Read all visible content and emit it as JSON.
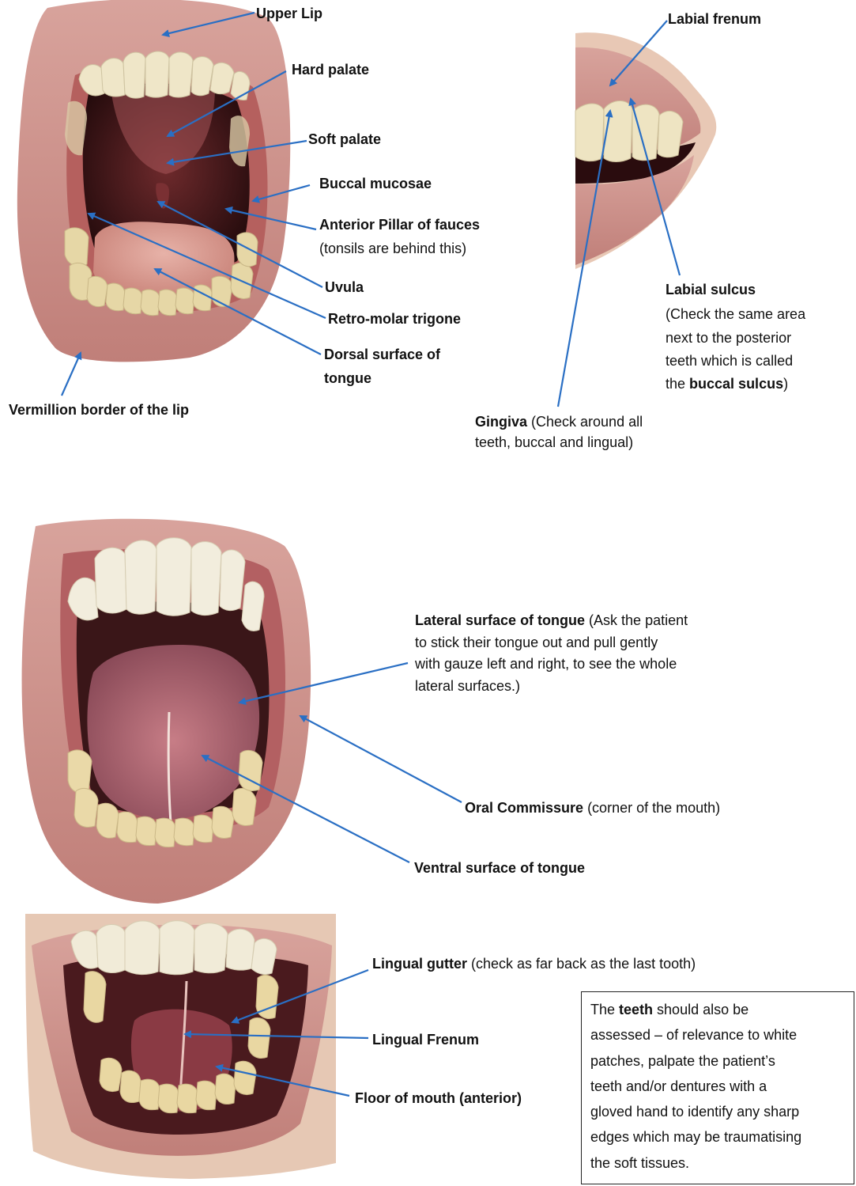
{
  "photos": {
    "top_left": "open mouth with raised tongue showing palate",
    "top_right": "lip pulled to show labial frenum",
    "middle": "open mouth with tongue elevated showing ventral surface",
    "bottom": "open mouth showing floor of mouth"
  },
  "labels": {
    "upper_lip": "Upper Lip",
    "hard_palate": "Hard palate",
    "soft_palate": "Soft palate",
    "buccal_mucosae": "Buccal mucosae",
    "anterior_pillar": "Anterior Pillar of fauces",
    "anterior_pillar_note": "(tonsils are behind this)",
    "uvula": "Uvula",
    "retro_molar": "Retro-molar trigone",
    "dorsal_1": "Dorsal surface of",
    "dorsal_2": "tongue",
    "vermillion": "Vermillion border of the lip",
    "labial_frenum": "Labial frenum",
    "labial_sulcus": "Labial sulcus",
    "labial_sulcus_note_1": "(Check the same area",
    "labial_sulcus_note_2": "next to the posterior",
    "labial_sulcus_note_3": "teeth which is called",
    "labial_sulcus_note_4a": "the ",
    "labial_sulcus_note_4b": "buccal sulcus",
    "labial_sulcus_note_4c": ")",
    "gingiva": "Gingiva",
    "gingiva_note_1": " (Check  around  all",
    "gingiva_note_2": "teeth, buccal and lingual)",
    "lateral_title": "Lateral surface of tongue",
    "lateral_note_1": " (Ask the patient",
    "lateral_note_2": "to stick their tongue out and pull gently",
    "lateral_note_3": "with gauze left and right, to see the whole",
    "lateral_note_4": "lateral surfaces.)",
    "oral_commissure": "Oral Commissure",
    "oral_commissure_note": " (corner of the mouth)",
    "ventral": "Ventral surface of tongue",
    "lingual_gutter": "Lingual gutter",
    "lingual_gutter_note": " (check as far back as the last tooth)",
    "lingual_frenum": "Lingual Frenum",
    "floor_of_mouth": "Floor of mouth (anterior)"
  },
  "note_box": {
    "l1a": "The ",
    "l1b": "teeth",
    "l1c": " should also be",
    "l2": "assessed – of relevance to white",
    "l3": "patches, palpate the patient’s",
    "l4": "teeth and/or dentures with a",
    "l5": "gloved hand to identify any sharp",
    "l6": "edges which may be traumatising",
    "l7": "the soft tissues."
  },
  "colors": {
    "arrow": "#2a6fc4",
    "lip": "#c88a86",
    "mucosa": "#b5605e",
    "dark_cavity": "#3a1416",
    "tongue": "#d99b93",
    "teeth": "#efe6c8",
    "skin": "#e3c1ad"
  }
}
